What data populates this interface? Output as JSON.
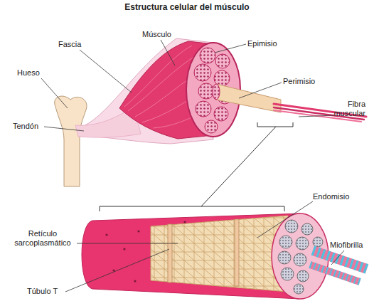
{
  "diagram": {
    "title": "Estructura celular del músculo",
    "labels": [
      "Fascia",
      "Músculo",
      "Epimisio",
      "Hueso",
      "Perimisio",
      "Fibra muscular",
      "Tendón",
      "Endomisio",
      "Retículo sarcoplasmático",
      "Miofibrilla",
      "Túbulo T"
    ]
  }
}
